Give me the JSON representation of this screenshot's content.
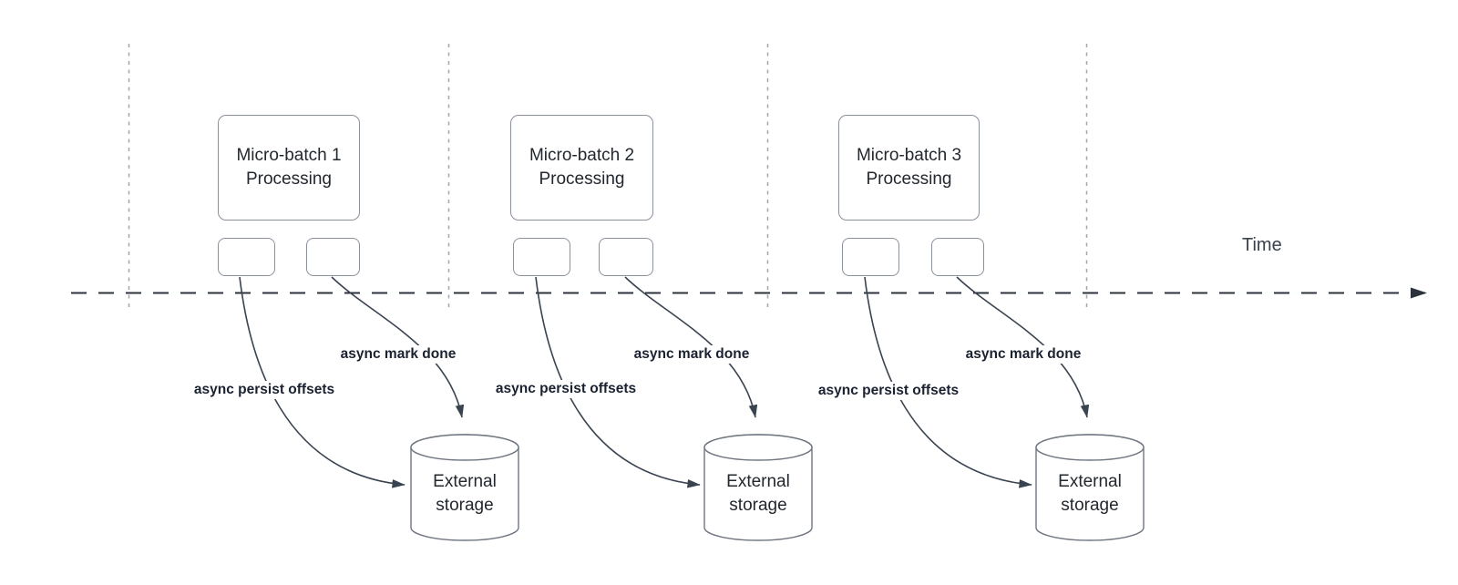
{
  "diagram": {
    "time_axis_label": "Time",
    "groups": [
      {
        "title": "Micro-batch 1\nProcessing",
        "persist_label": "async persist offsets",
        "mark_done_label": "async mark done",
        "storage_label": "External\nstorage"
      },
      {
        "title": "Micro-batch 2\nProcessing",
        "persist_label": "async persist offsets",
        "mark_done_label": "async mark done",
        "storage_label": "External\nstorage"
      },
      {
        "title": "Micro-batch 3\nProcessing",
        "persist_label": "async persist offsets",
        "mark_done_label": "async mark done",
        "storage_label": "External\nstorage"
      }
    ],
    "colors": {
      "background": "#ffffff",
      "box_stroke": "#8b919b",
      "cylinder_stroke": "#6f7680",
      "guide_line": "#a3a6aa",
      "timeline": "#2d333d",
      "arrow": "#3a4350",
      "label_text": "#1a2130",
      "node_text": "#23282f"
    }
  }
}
